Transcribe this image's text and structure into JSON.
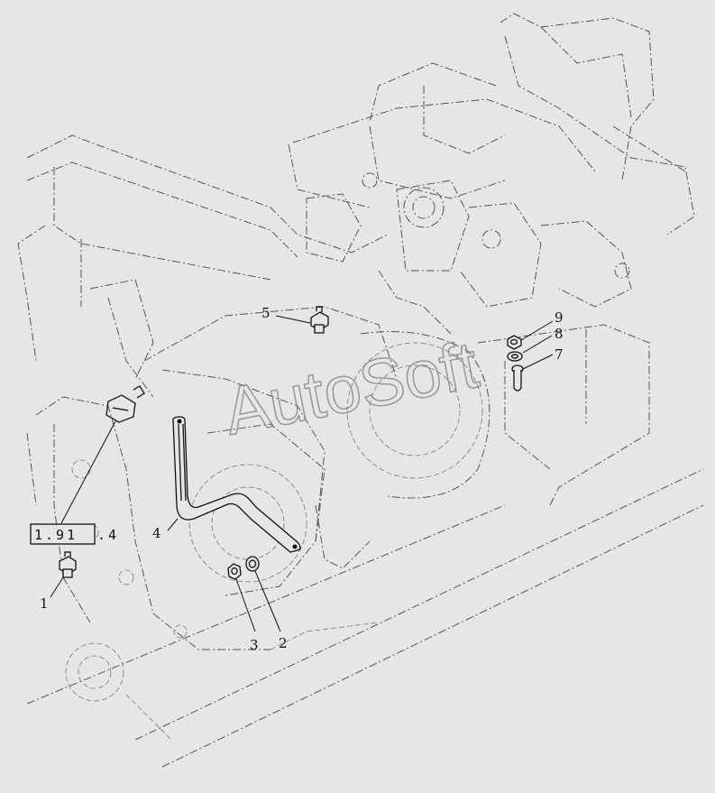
{
  "watermark": "AutoSoft",
  "reference": {
    "boxed": "1.91",
    "suffix": ".4"
  },
  "callouts": {
    "c1": "1",
    "c2": "2",
    "c3": "3",
    "c4": "4",
    "c5": "5",
    "c7": "7",
    "c8": "8",
    "c9": "9"
  },
  "colors": {
    "background": "#e6e6e6",
    "linework": "#111111",
    "watermark": "#8a8a8a"
  }
}
